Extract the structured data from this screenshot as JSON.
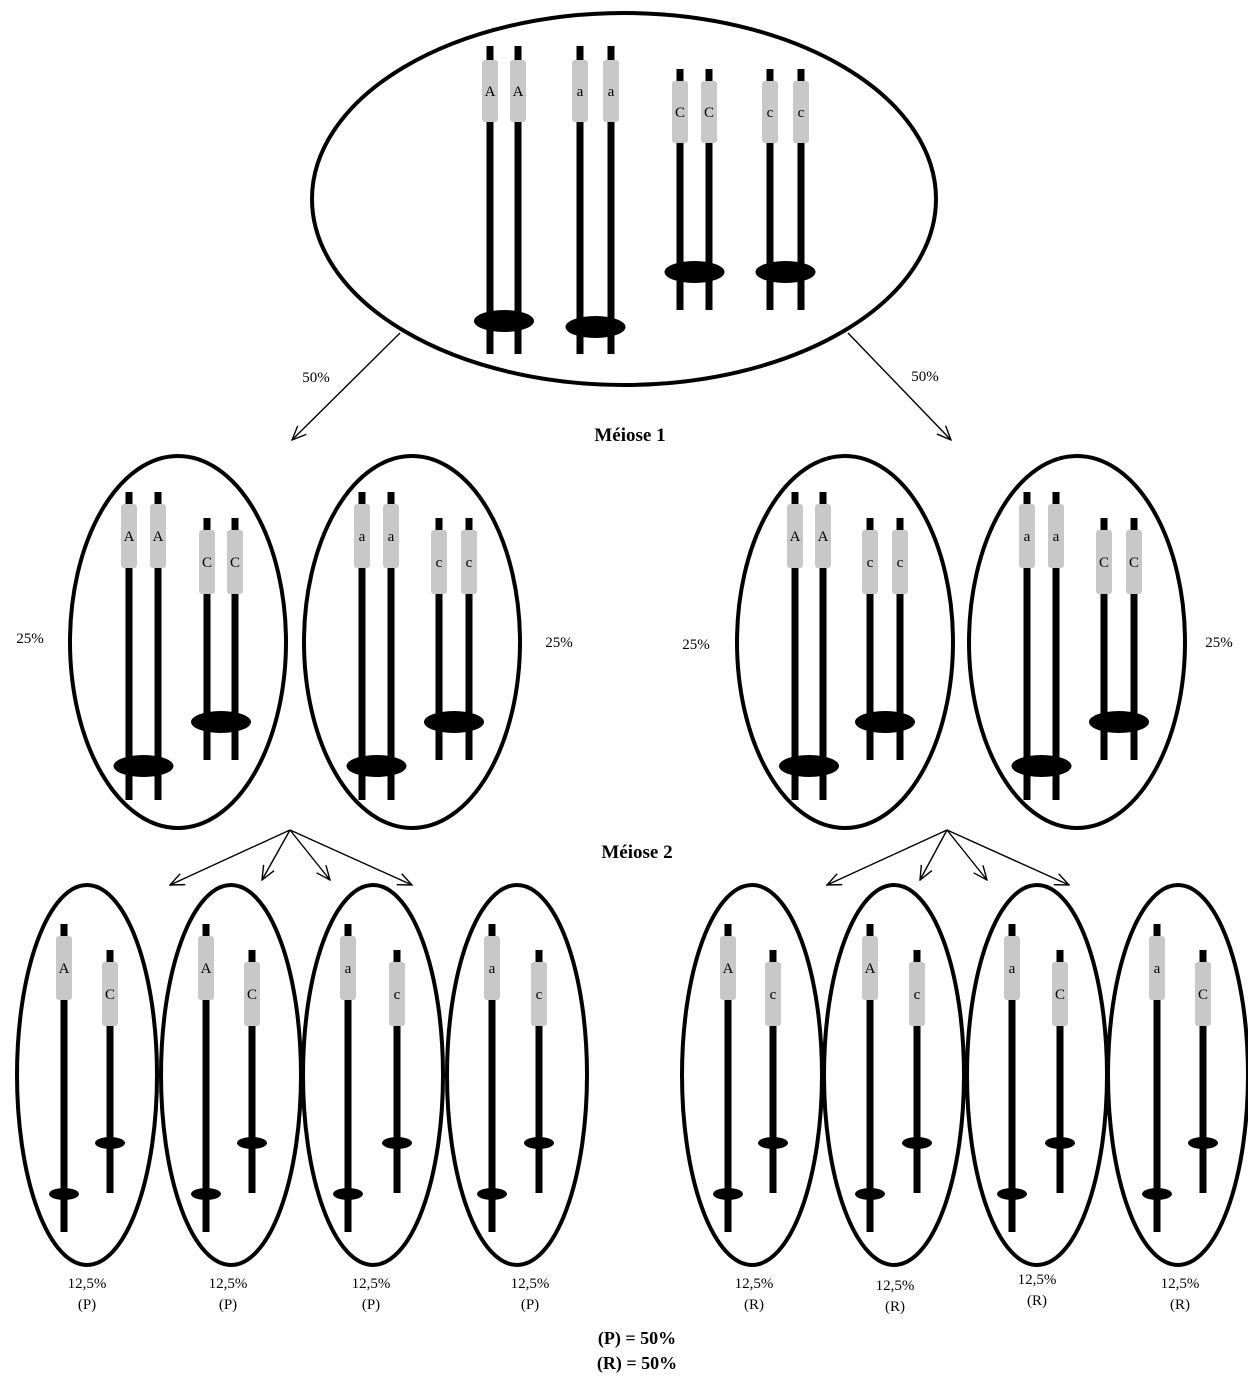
{
  "colors": {
    "chromosome": "#000000",
    "gene_band": "#c8c8c8",
    "background": "#ffffff"
  },
  "top_cell": {
    "genes": [
      "A",
      "A",
      "a",
      "a",
      "C",
      "C",
      "c",
      "c"
    ],
    "branch_left_pct": "50%",
    "branch_right_pct": "50%"
  },
  "meiosis1_label": "Méiose 1",
  "meiosis2_label": "Méiose 2",
  "meiosis1_cells": [
    {
      "pct": "25%",
      "genes": [
        "A",
        "A",
        "C",
        "C"
      ]
    },
    {
      "pct": "25%",
      "genes": [
        "a",
        "a",
        "c",
        "c"
      ]
    },
    {
      "pct": "25%",
      "genes": [
        "A",
        "A",
        "c",
        "c"
      ]
    },
    {
      "pct": "25%",
      "genes": [
        "a",
        "a",
        "C",
        "C"
      ]
    }
  ],
  "gametes": [
    {
      "genes": [
        "A",
        "C"
      ],
      "pct": "12,5%",
      "type": "(P)"
    },
    {
      "genes": [
        "A",
        "C"
      ],
      "pct": "12,5%",
      "type": "(P)"
    },
    {
      "genes": [
        "a",
        "c"
      ],
      "pct": "12,5%",
      "type": "(P)"
    },
    {
      "genes": [
        "a",
        "c"
      ],
      "pct": "12,5%",
      "type": "(P)"
    },
    {
      "genes": [
        "A",
        "c"
      ],
      "pct": "12,5%",
      "type": "(R)"
    },
    {
      "genes": [
        "A",
        "c"
      ],
      "pct": "12,5%",
      "type": "(R)"
    },
    {
      "genes": [
        "a",
        "C"
      ],
      "pct": "12,5%",
      "type": "(R)"
    },
    {
      "genes": [
        "a",
        "C"
      ],
      "pct": "12,5%",
      "type": "(R)"
    }
  ],
  "summary": {
    "parental": "(P) = 50%",
    "recombinant": "(R) = 50%"
  }
}
